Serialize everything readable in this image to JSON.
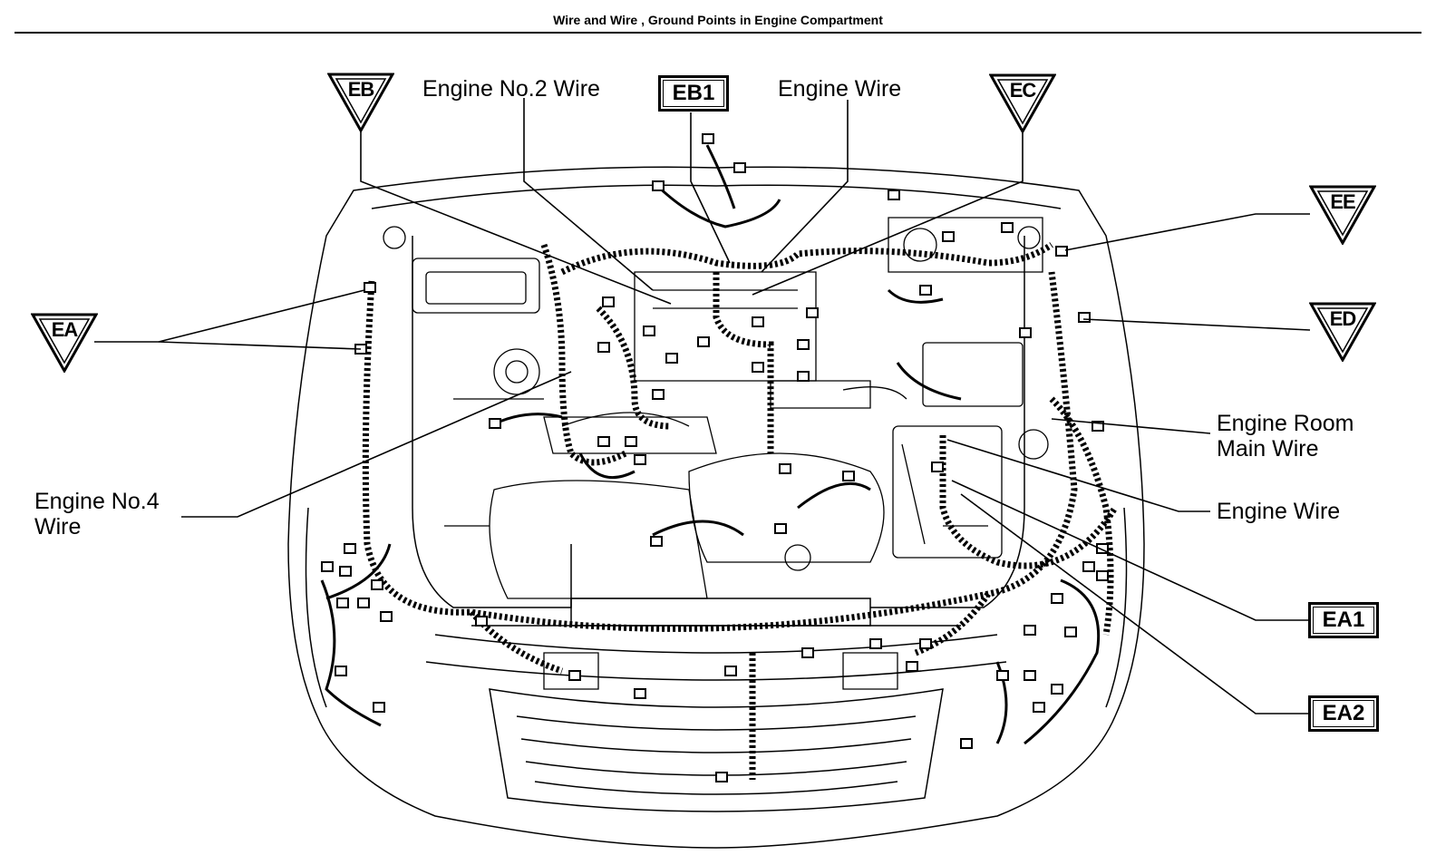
{
  "header": {
    "title": "Wire and Wire , Ground Points in Engine Compartment"
  },
  "labels": {
    "engine_no2_wire": "Engine No.2 Wire",
    "engine_wire_top": "Engine Wire",
    "engine_room_main_line1": "Engine Room",
    "engine_room_main_line2": "Main Wire",
    "engine_wire_right": "Engine Wire",
    "engine_no4_line1": "Engine No.4",
    "engine_no4_line2": "Wire"
  },
  "connectors": {
    "eb1": "EB1",
    "ea1": "EA1",
    "ea2": "EA2"
  },
  "ground_points": {
    "eb": "EB",
    "ec": "EC",
    "ee": "EE",
    "ed": "ED",
    "ea": "EA"
  },
  "colors": {
    "line": "#000000",
    "background": "#ffffff"
  }
}
